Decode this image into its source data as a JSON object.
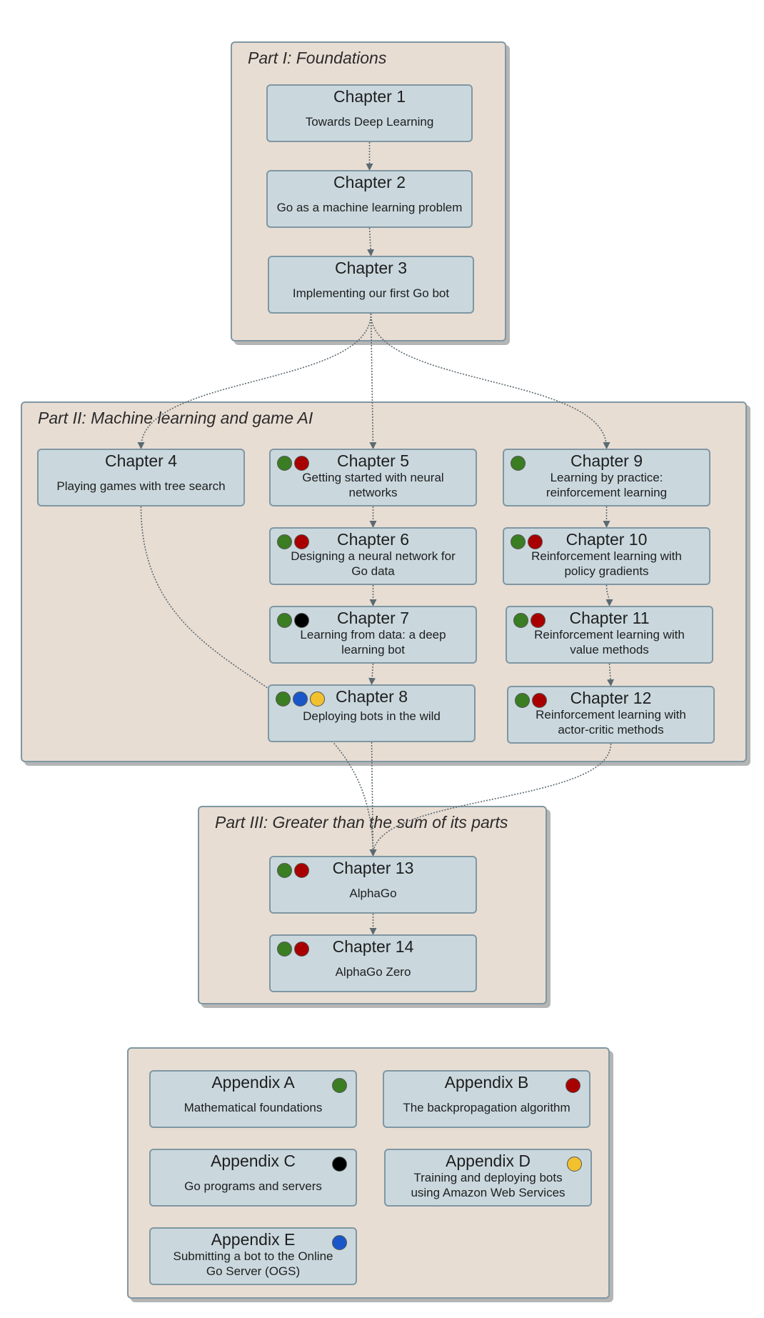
{
  "colors": {
    "green": "#3a7d22",
    "red": "#a80000",
    "black": "#000000",
    "blue": "#1a56c9",
    "yellow": "#f2c12e",
    "group_bg": "#e8ddd3",
    "node_bg": "#cad8de",
    "border": "#7f97a3",
    "connector": "#5a6a72"
  },
  "parts": {
    "part1": {
      "title": "Part I: Foundations"
    },
    "part2": {
      "title": "Part II: Machine learning and game AI"
    },
    "part3": {
      "title": "Part III: Greater than the sum of its parts"
    }
  },
  "chapters": {
    "c1": {
      "title": "Chapter 1",
      "subtitle": "Towards Deep Learning",
      "markers": []
    },
    "c2": {
      "title": "Chapter 2",
      "subtitle": "Go as a machine learning problem",
      "markers": []
    },
    "c3": {
      "title": "Chapter 3",
      "subtitle": "Implementing our first Go bot",
      "markers": []
    },
    "c4": {
      "title": "Chapter 4",
      "subtitle": "Playing games with tree search",
      "markers": []
    },
    "c5": {
      "title": "Chapter 5",
      "subtitle": "Getting started with neural networks",
      "markers": [
        "green",
        "red"
      ]
    },
    "c6": {
      "title": "Chapter 6",
      "subtitle": "Designing a neural network for Go data",
      "markers": [
        "green",
        "red"
      ]
    },
    "c7": {
      "title": "Chapter 7",
      "subtitle": "Learning from data: a deep learning bot",
      "markers": [
        "green",
        "black"
      ]
    },
    "c8": {
      "title": "Chapter 8",
      "subtitle": "Deploying bots in the wild",
      "markers": [
        "green",
        "blue",
        "yellow"
      ]
    },
    "c9": {
      "title": "Chapter 9",
      "subtitle": "Learning by practice: reinforcement learning",
      "markers": [
        "green"
      ]
    },
    "c10": {
      "title": "Chapter 10",
      "subtitle": "Reinforcement learning with policy gradients",
      "markers": [
        "green",
        "red"
      ]
    },
    "c11": {
      "title": "Chapter 11",
      "subtitle": "Reinforcement learning with value methods",
      "markers": [
        "green",
        "red"
      ]
    },
    "c12": {
      "title": "Chapter 12",
      "subtitle": "Reinforcement learning with actor-critic methods",
      "markers": [
        "green",
        "red"
      ]
    },
    "c13": {
      "title": "Chapter 13",
      "subtitle": "AlphaGo",
      "markers": [
        "green",
        "red"
      ]
    },
    "c14": {
      "title": "Chapter 14",
      "subtitle": "AlphaGo Zero",
      "markers": [
        "green",
        "red"
      ]
    }
  },
  "appendices": {
    "a": {
      "title": "Appendix A",
      "subtitle": "Mathematical foundations",
      "marker": "green"
    },
    "b": {
      "title": "Appendix B",
      "subtitle": "The backpropagation algorithm",
      "marker": "red"
    },
    "c": {
      "title": "Appendix C",
      "subtitle": "Go programs and servers",
      "marker": "black"
    },
    "d": {
      "title": "Appendix D",
      "subtitle": "Training and deploying bots using Amazon Web Services",
      "marker": "yellow"
    },
    "e": {
      "title": "Appendix E",
      "subtitle": "Submitting a bot to the Online Go Server (OGS)",
      "marker": "blue"
    }
  },
  "edges": [
    [
      "c1",
      "c2"
    ],
    [
      "c2",
      "c3"
    ],
    [
      "c3",
      "c4"
    ],
    [
      "c3",
      "c5"
    ],
    [
      "c3",
      "c9"
    ],
    [
      "c5",
      "c6"
    ],
    [
      "c6",
      "c7"
    ],
    [
      "c7",
      "c8"
    ],
    [
      "c9",
      "c10"
    ],
    [
      "c10",
      "c11"
    ],
    [
      "c11",
      "c12"
    ],
    [
      "c4",
      "c13"
    ],
    [
      "c8",
      "c13"
    ],
    [
      "c12",
      "c13"
    ],
    [
      "c13",
      "c14"
    ]
  ]
}
